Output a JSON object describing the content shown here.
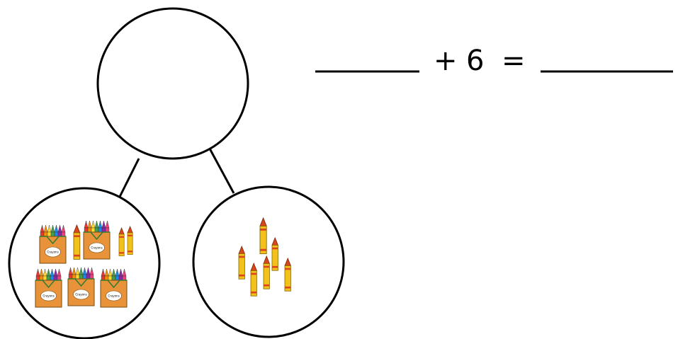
{
  "equation": {
    "addend": "6",
    "plus_sign": "+",
    "equals_sign": "=",
    "blank_left": "",
    "blank_right": ""
  },
  "number_bond": {
    "whole_value": "",
    "left_part": {
      "crayon_boxes": 5,
      "loose_crayons": 3
    },
    "right_part": {
      "loose_crayons": 6
    }
  },
  "colors": {
    "outline": "#000000",
    "crayon_body": "#f2c21a",
    "crayon_tip": "#d8461c",
    "box_body": "#e8923a",
    "box_label": "#ffffff"
  },
  "crayon_box_label": "Crayons",
  "crayon_stripe_colors": [
    "#e53935",
    "#fb8c00",
    "#fdd835",
    "#43a047",
    "#1e88e5",
    "#8e24aa",
    "#ec407a"
  ]
}
